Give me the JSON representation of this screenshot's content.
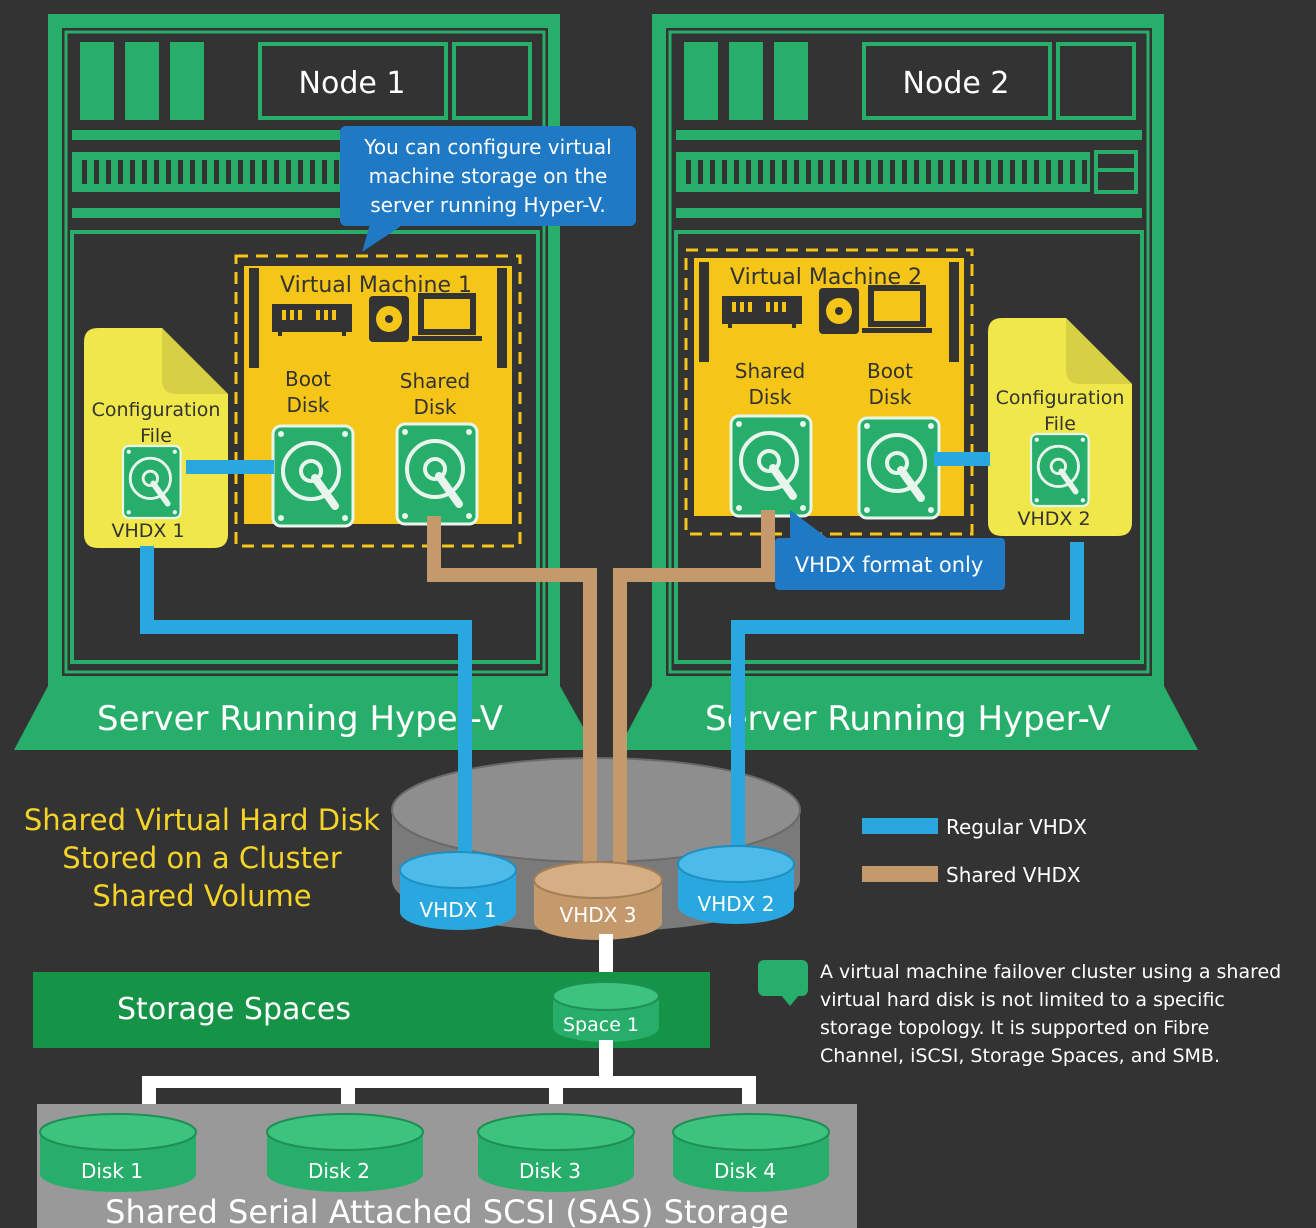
{
  "nodes": [
    {
      "label": "Node 1",
      "base_label": "Server Running Hyper-V"
    },
    {
      "label": "Node 2",
      "base_label": "Server Running Hyper-V"
    }
  ],
  "vms": [
    {
      "title": "Virtual Machine 1",
      "boot_disk": [
        "Boot",
        "Disk"
      ],
      "shared_disk": [
        "Shared",
        "Disk"
      ],
      "config": [
        "Configuration",
        "File"
      ],
      "vhdx": "VHDX 1"
    },
    {
      "title": "Virtual Machine 2",
      "boot_disk": [
        "Boot",
        "Disk"
      ],
      "shared_disk": [
        "Shared",
        "Disk"
      ],
      "config": [
        "Configuration",
        "File"
      ],
      "vhdx": "VHDX 2"
    }
  ],
  "callouts": {
    "storage": [
      "You can configure virtual",
      "machine storage on the",
      "server running Hyper-V."
    ],
    "vhdx_only": "VHDX format only"
  },
  "csv": {
    "caption": [
      "Shared Virtual Hard Disk",
      "Stored on a Cluster",
      "Shared Volume"
    ],
    "disks": [
      "VHDX 1",
      "VHDX 3",
      "VHDX 2"
    ]
  },
  "legend": [
    {
      "label": "Regular VHDX",
      "color": "#29A8E0"
    },
    {
      "label": "Shared VHDX",
      "color": "#C49A6C"
    }
  ],
  "storage_spaces": {
    "label": "Storage Spaces",
    "space": "Space 1"
  },
  "sas": {
    "label": "Shared Serial Attached SCSI (SAS) Storage",
    "disks": [
      "Disk 1",
      "Disk 2",
      "Disk 3",
      "Disk 4"
    ]
  },
  "note": [
    "A virtual machine failover cluster using a shared",
    "virtual hard disk is not limited to a specific",
    "storage topology. It is supported on Fibre",
    "Channel, iSCSI, Storage Spaces, and SMB."
  ],
  "colors": {
    "green": "#27AE6A",
    "yellow": "#F5C518",
    "blue": "#29A8E0",
    "tan": "#C49A6C",
    "callout": "#1F79C4",
    "dark": "#333333",
    "light_yellow": "#F0E84A"
  }
}
